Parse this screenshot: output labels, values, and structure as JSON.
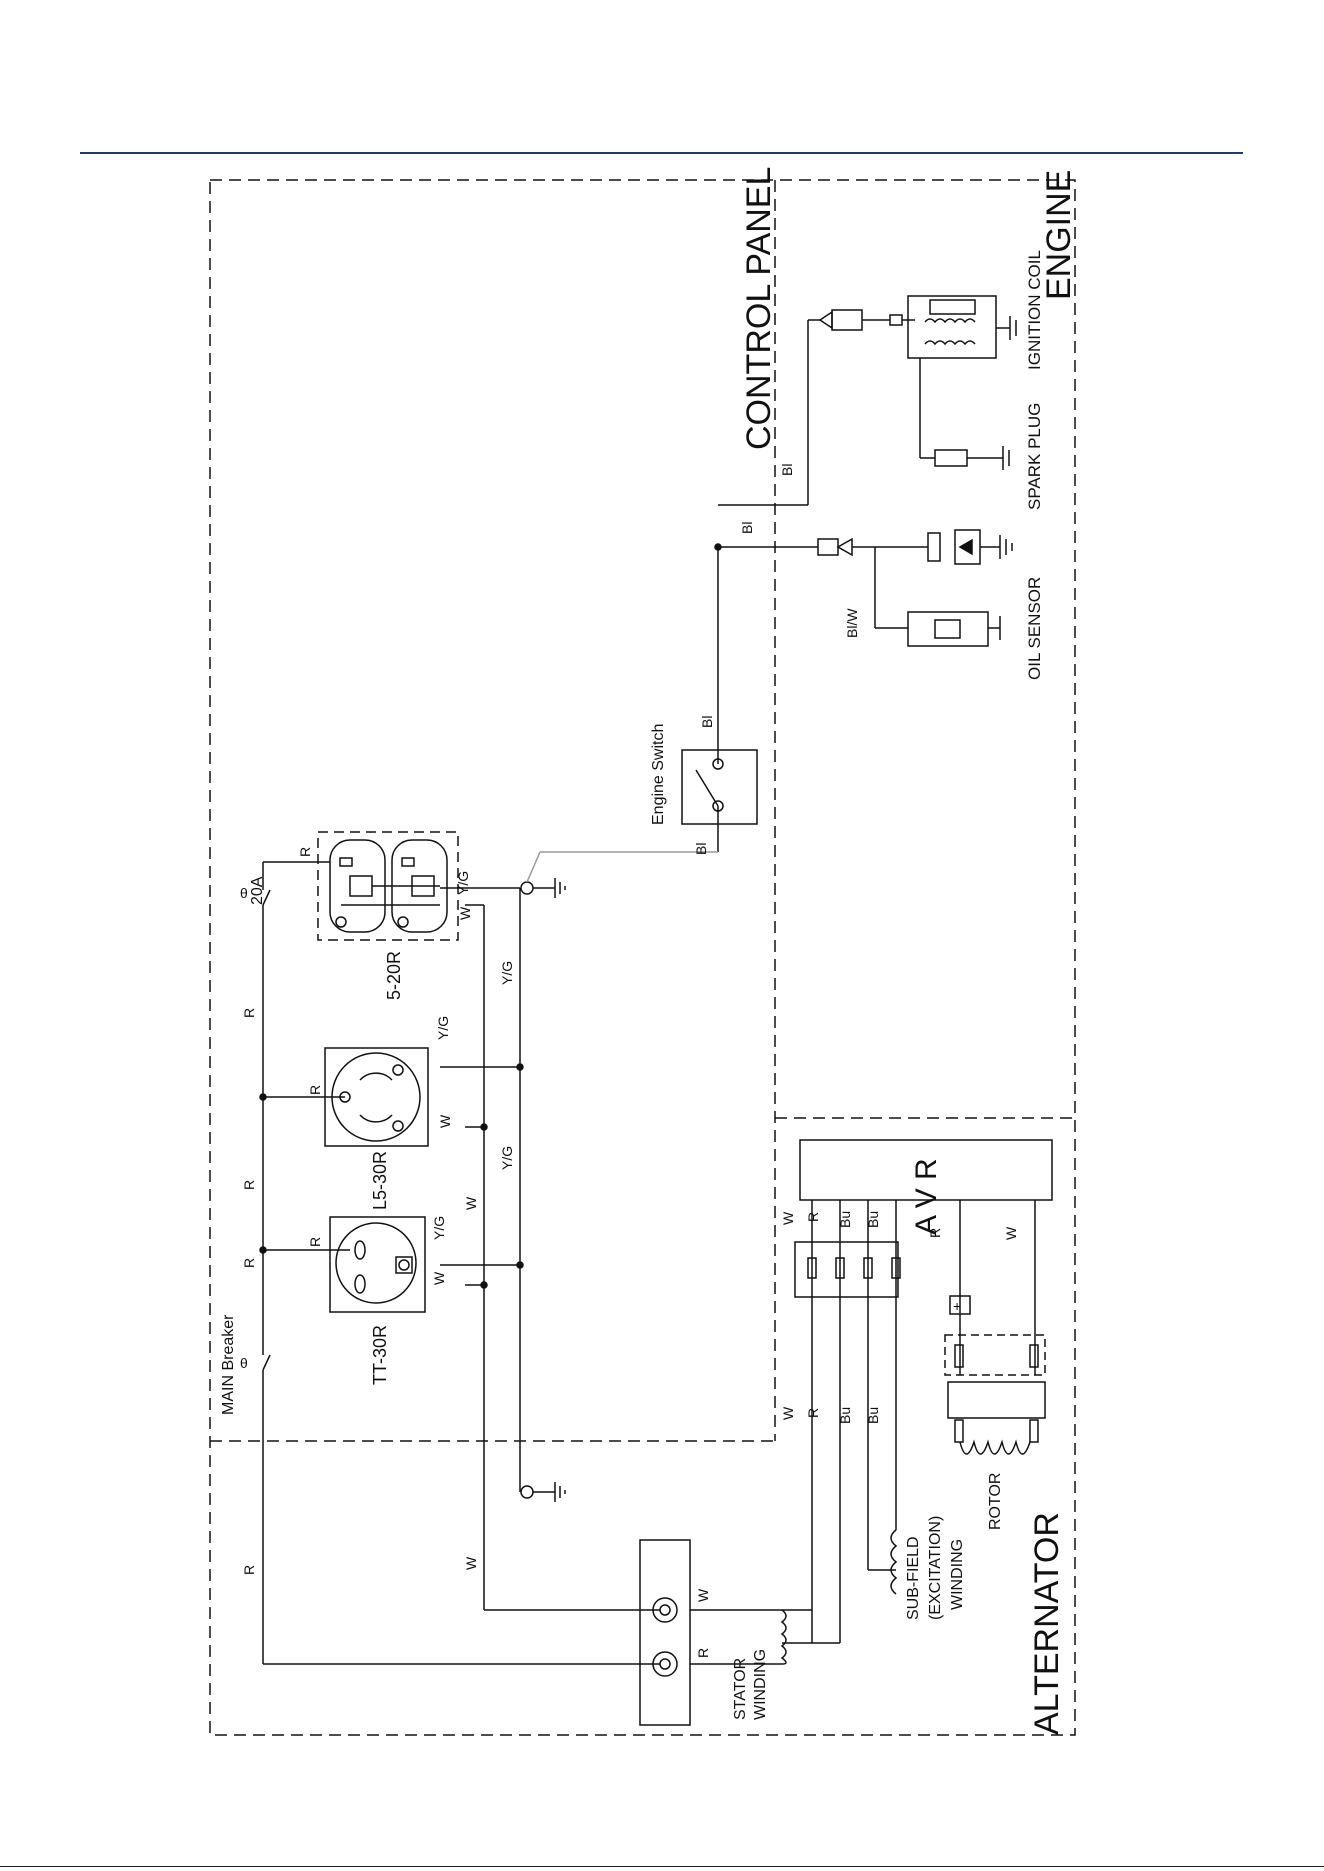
{
  "diagram": {
    "sections": {
      "control_panel": "CONTROL PANEL",
      "engine": "ENGINE",
      "alternator": "ALTERNATOR"
    },
    "components": {
      "main_breaker": "MAIN Breaker",
      "breaker_20a": "20A",
      "outlet_5_20r": "5-20R",
      "outlet_l5_30r": "L5-30R",
      "outlet_tt_30r": "TT-30R",
      "engine_switch": "Engine Switch",
      "ignition_coil": "IGNITION COIL",
      "spark_plug": "SPARK PLUG",
      "oil_sensor": "OIL SENSOR",
      "avr": "A V R",
      "rotor": "ROTOR",
      "sub_field_1": "SUB-FIELD",
      "sub_field_2": "(EXCITATION)",
      "sub_field_3": "WINDING",
      "stator_1": "STATOR",
      "stator_2": "WINDING"
    },
    "wire_labels": {
      "red": "R",
      "white": "W",
      "yellow_green": "Y/G",
      "black": "Bl",
      "black_white": "Bl/W",
      "blue": "Bu",
      "breaker_symbol": "θ",
      "plus": "+"
    }
  }
}
